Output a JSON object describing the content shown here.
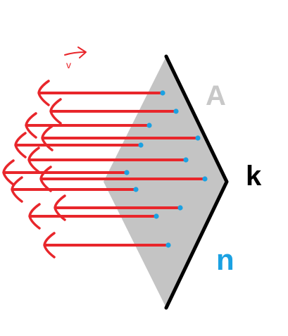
{
  "labels": {
    "area": "A",
    "edge": "k",
    "normal": "n",
    "velocity": "v"
  },
  "colors": {
    "background": "#ffffff",
    "surface_fill": "#c4c4c4",
    "surface_edge": "#000000",
    "arrow": "#e8262b",
    "particle": "#1ba1e2",
    "area_label": "#c8c8c8",
    "edge_label": "#000000",
    "normal_label": "#1ba1e2",
    "velocity_label": "#e8262b"
  },
  "arrow_count": 13
}
